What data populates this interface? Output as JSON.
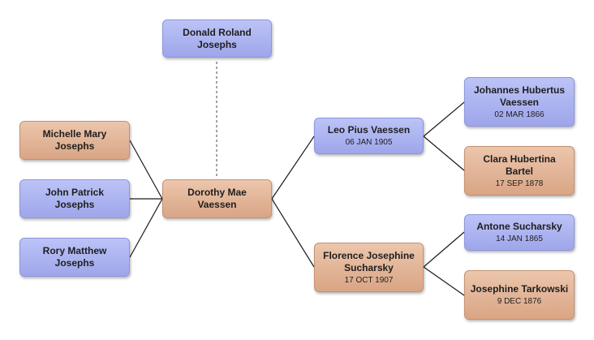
{
  "colors": {
    "male": "#aab1f0",
    "female": "#e2b396",
    "line": "#1a1a1a",
    "dashed_line": "#666666"
  },
  "people": {
    "donald": {
      "name": "Donald Roland Josephs",
      "gender": "male"
    },
    "michelle": {
      "name": "Michelle Mary Josephs",
      "gender": "female"
    },
    "john": {
      "name": "John Patrick Josephs",
      "gender": "male"
    },
    "rory": {
      "name": "Rory Matthew Josephs",
      "gender": "male"
    },
    "dorothy": {
      "name": "Dorothy Mae Vaessen",
      "gender": "female"
    },
    "leo": {
      "name": "Leo Pius Vaessen",
      "date": "06 JAN 1905",
      "gender": "male"
    },
    "florence": {
      "name": "Florence Josephine Sucharsky",
      "date": "17 OCT 1907",
      "gender": "female"
    },
    "johannes": {
      "name": "Johannes Hubertus Vaessen",
      "date": "02 MAR 1866",
      "gender": "male"
    },
    "clara": {
      "name": "Clara Hubertina Bartel",
      "date": "17 SEP 1878",
      "gender": "female"
    },
    "antone": {
      "name": "Antone Sucharsky",
      "date": "14 JAN 1865",
      "gender": "male"
    },
    "josephine": {
      "name": "Josephine Tarkowski",
      "date": "9 DEC 1876",
      "gender": "female"
    }
  }
}
